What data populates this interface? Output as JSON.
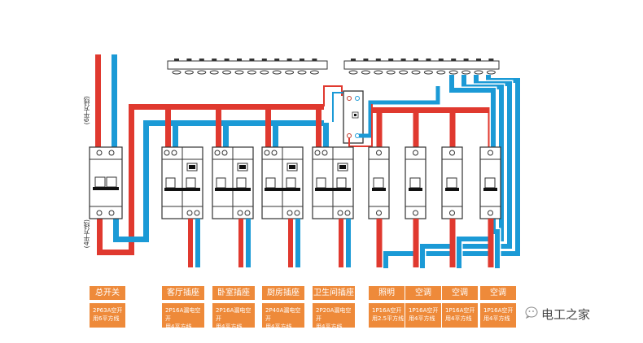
{
  "title": "家庭配电箱接线图",
  "colors": {
    "live": "#e0392f",
    "neutral": "#1b9ad6",
    "label_bg": "#ee8a3a",
    "breaker_border": "#333333",
    "handle": "#111111"
  },
  "side_labels": {
    "top": "(6平方线)",
    "bottom": "(4平方线)"
  },
  "circuits": [
    {
      "title": "总开关",
      "spec_line1": "2P63A空开",
      "spec_line2": "用6平方线",
      "type": "2P"
    },
    {
      "title": "客厅插座",
      "spec_line1": "2P16A漏电空开",
      "spec_line2": "用4平方线",
      "type": "RCBO"
    },
    {
      "title": "卧室插座",
      "spec_line1": "2P16A漏电空开",
      "spec_line2": "用4平方线",
      "type": "RCBO"
    },
    {
      "title": "厨房插座",
      "spec_line1": "2P40A漏电空开",
      "spec_line2": "用4平方线",
      "type": "RCBO"
    },
    {
      "title": "卫生间插座",
      "spec_line1": "2P20A漏电空开",
      "spec_line2": "用4平方线",
      "type": "RCBO"
    },
    {
      "title": "照明",
      "spec_line1": "1P16A空开",
      "spec_line2": "用2.5平方线",
      "type": "1P"
    },
    {
      "title": "空调",
      "spec_line1": "1P16A空开",
      "spec_line2": "用4平方线",
      "type": "1P"
    },
    {
      "title": "空调",
      "spec_line1": "1P16A空开",
      "spec_line2": "用4平方线",
      "type": "1P"
    },
    {
      "title": "空调",
      "spec_line1": "1P16A空开",
      "spec_line2": "用4平方线",
      "type": "1P"
    }
  ],
  "brand": {
    "name": "电工之家",
    "icon": "wechat-icon"
  }
}
